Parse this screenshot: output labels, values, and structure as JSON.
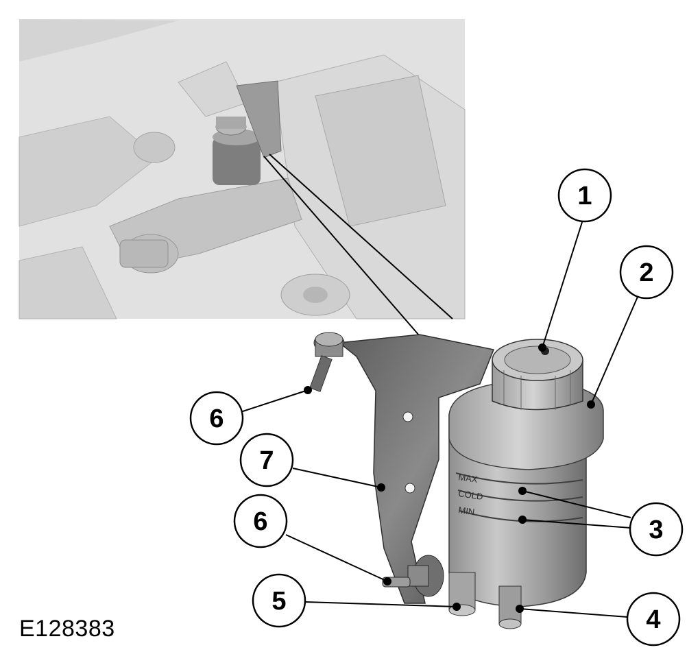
{
  "figure": {
    "id": "E128383"
  },
  "callouts": [
    {
      "number": "1"
    },
    {
      "number": "2"
    },
    {
      "number": "6"
    },
    {
      "number": "7"
    },
    {
      "number": "6"
    },
    {
      "number": "3"
    },
    {
      "number": "5"
    },
    {
      "number": "4"
    }
  ],
  "reservoir_markings": {
    "max": "MAX",
    "cold": "COLD",
    "min": "MIN"
  }
}
